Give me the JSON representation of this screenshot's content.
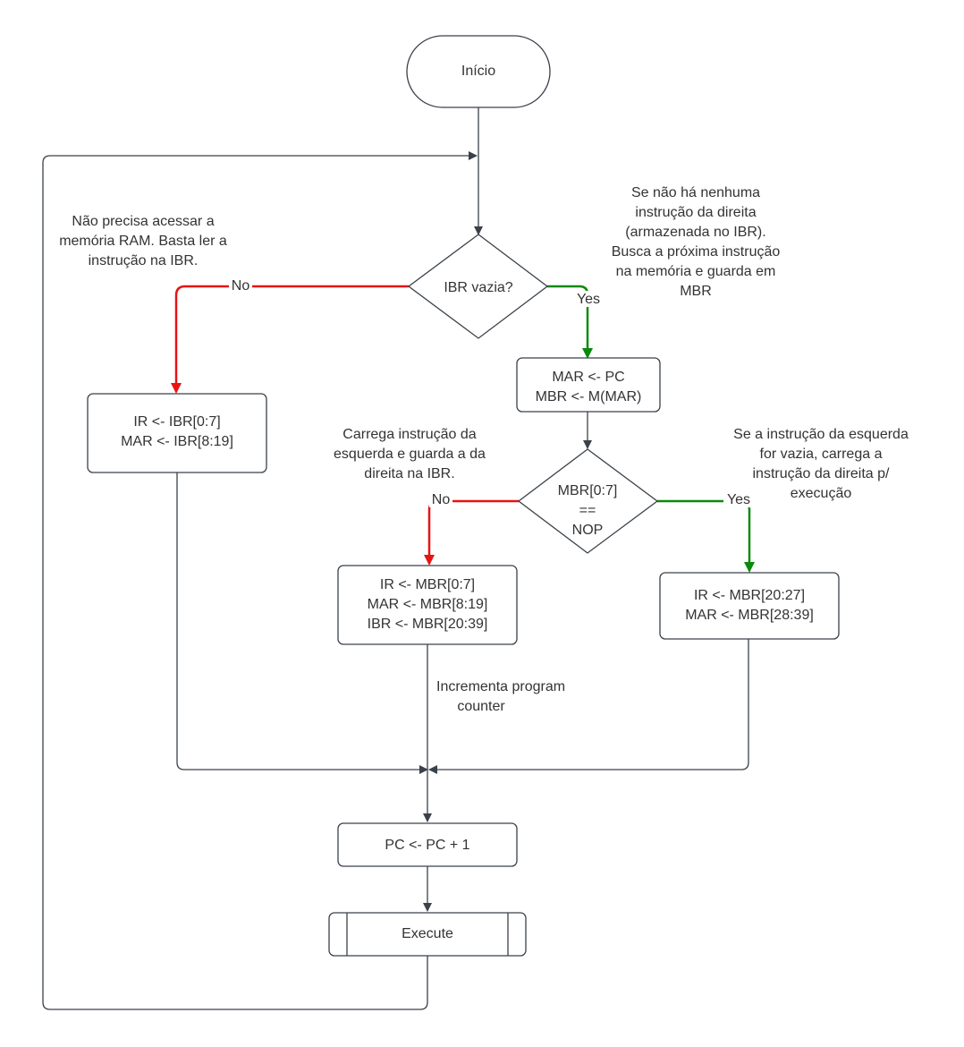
{
  "nodes": {
    "start": "Início",
    "ibr_empty": "IBR vazia?",
    "fetch": [
      "MAR <- PC",
      "MBR <- M(MAR)"
    ],
    "ir_ibr": [
      "IR <- IBR[0:7]",
      "MAR <- IBR[8:19]"
    ],
    "mbr_nop": [
      "MBR[0:7]",
      "==",
      "NOP"
    ],
    "load_left": [
      "IR <- MBR[0:7]",
      "MAR <- MBR[8:19]",
      "IBR <- MBR[20:39]"
    ],
    "load_right": [
      "IR <- MBR[20:27]",
      "MAR <- MBR[28:39]"
    ],
    "pc_inc": "PC <- PC + 1",
    "execute": "Execute"
  },
  "edge_labels": {
    "ibr_no": "No",
    "ibr_yes": "Yes",
    "nop_no": "No",
    "nop_yes": "Yes"
  },
  "notes": {
    "no_ram": [
      "Não precisa acessar a",
      "memória RAM. Basta ler a",
      "instrução na IBR."
    ],
    "ibr_empty_note": [
      "Se não há nenhuma",
      "instrução da direita",
      "(armazenada no IBR).",
      "Busca a próxima instrução",
      "na memória e guarda em",
      "MBR"
    ],
    "load_left_note": [
      "Carrega instrução da",
      "esquerda e guarda a da",
      "direita na IBR."
    ],
    "right_empty_note": [
      "Se a instrução da esquerda",
      "for vazia, carrega a",
      "instrução da direita p/",
      "execução"
    ],
    "pc_note": [
      "Incrementa program",
      "counter"
    ]
  },
  "colors": {
    "line": "#3a414a",
    "no_branch": "#e81313",
    "yes_branch": "#0a8a0a",
    "text": "#333333"
  }
}
